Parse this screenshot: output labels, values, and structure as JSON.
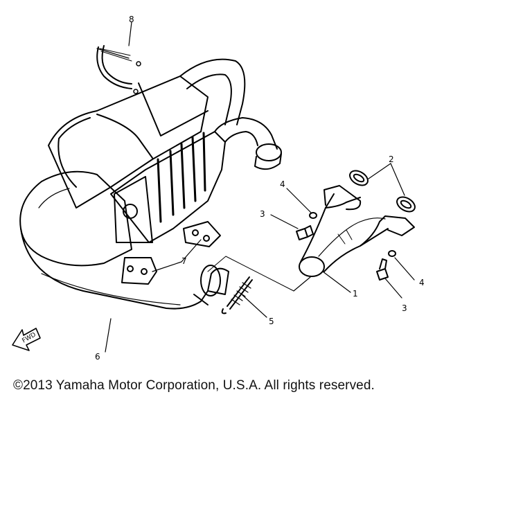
{
  "callouts": {
    "c1": "1",
    "c2": "2",
    "c3a": "3",
    "c3b": "3",
    "c4a": "4",
    "c4b": "4",
    "c5": "5",
    "c6": "6",
    "c7": "7",
    "c8": "8"
  },
  "fwd_label": "FWD",
  "copyright": "©2013 Yamaha Motor Corporation, U.S.A. All rights reserved."
}
